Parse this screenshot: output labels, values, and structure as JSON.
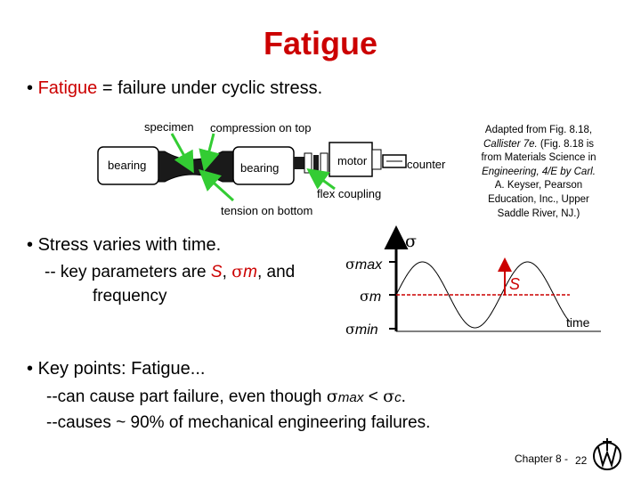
{
  "title": "Fatigue",
  "bullet1": {
    "bullet": "•",
    "term": "Fatigue",
    "rest": " = failure under cyclic stress."
  },
  "apparatus": {
    "specimen": "specimen",
    "compression": "compression on top",
    "bearing_left": "bearing",
    "bearing_right": "bearing",
    "motor": "motor",
    "counter": "counter",
    "flex_coupling": "flex coupling",
    "tension": "tension on bottom"
  },
  "credit": [
    "Adapted from Fig. 8.18,",
    "Callister 7e.",
    "(Fig. 8.18 is",
    "from Materials Science in",
    "Engineering, 4/E by Carl.",
    "A. Keyser, Pearson",
    "Education, Inc., Upper",
    "Saddle River, NJ.)"
  ],
  "bullet2": {
    "bullet": "•",
    "text": "Stress varies with time.",
    "line1_prefix": "-- key parameters are ",
    "S": "S",
    "comma1": ", ",
    "sigma": "σ",
    "m": "m",
    "and": ", and",
    "line2": "frequency"
  },
  "graph": {
    "sigma": "σ",
    "max_label": "max",
    "m_label": "m",
    "min_label": "min",
    "s_label": "S",
    "time_label": "time"
  },
  "bullet3": {
    "bullet": "•",
    "text": "Key points: Fatigue...",
    "line1_a": "--can cause part failure, even though ",
    "line1_sigma": "σ",
    "line1_max": "max",
    "line1_lt": " < ",
    "line1_sigma2": "σ",
    "line1_c": "c",
    "line1_end": ".",
    "line2": "--causes ~ 90% of mechanical engineering failures."
  },
  "footer": {
    "chapter": "Chapter 8 -",
    "page": "22"
  },
  "colors": {
    "title": "#cc0000",
    "green": "#33cc33",
    "red": "#cc0000",
    "dark": "#1a1a1a"
  }
}
